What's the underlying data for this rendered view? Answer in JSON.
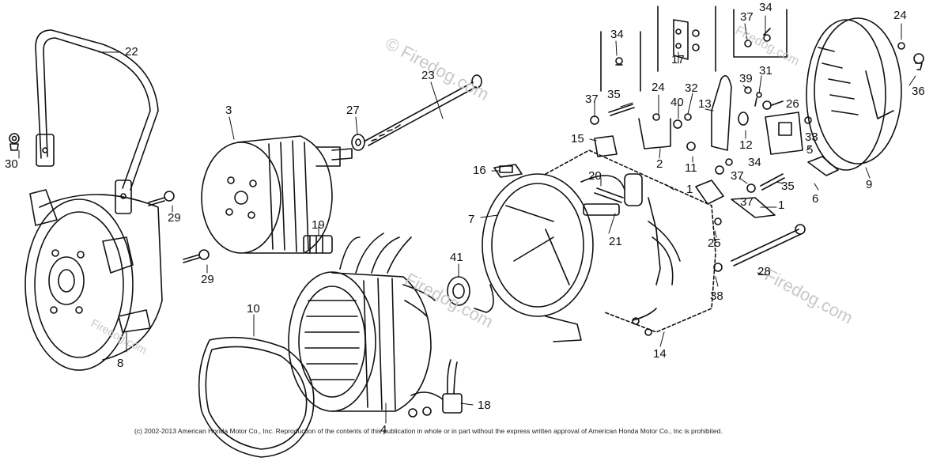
{
  "watermark": {
    "primary": "© Firedog.com",
    "secondary": [
      "Firedog.com",
      "Firedog.com",
      "Firedog.com",
      "Firedog.com"
    ]
  },
  "copyright": "(c) 2002-2013 American Honda Motor Co., Inc. Reproduction of the contents of this publication in whole or in part without the express written approval of American Honda Motor Co., Inc is prohibited.",
  "parts": [
    {
      "id": "p1a",
      "label": "1"
    },
    {
      "id": "p1b",
      "label": "1"
    },
    {
      "id": "p2",
      "label": "2"
    },
    {
      "id": "p3",
      "label": "3"
    },
    {
      "id": "p4",
      "label": "4"
    },
    {
      "id": "p5",
      "label": "5"
    },
    {
      "id": "p6",
      "label": "6"
    },
    {
      "id": "p7",
      "label": "7"
    },
    {
      "id": "p8",
      "label": "8"
    },
    {
      "id": "p9",
      "label": "9"
    },
    {
      "id": "p10",
      "label": "10"
    },
    {
      "id": "p11",
      "label": "11"
    },
    {
      "id": "p12",
      "label": "12"
    },
    {
      "id": "p13",
      "label": "13"
    },
    {
      "id": "p14",
      "label": "14"
    },
    {
      "id": "p15",
      "label": "15"
    },
    {
      "id": "p16",
      "label": "16"
    },
    {
      "id": "p17",
      "label": "17"
    },
    {
      "id": "p18",
      "label": "18"
    },
    {
      "id": "p19",
      "label": "19"
    },
    {
      "id": "p20",
      "label": "20"
    },
    {
      "id": "p21",
      "label": "21"
    },
    {
      "id": "p22",
      "label": "22"
    },
    {
      "id": "p23",
      "label": "23"
    },
    {
      "id": "p24a",
      "label": "24"
    },
    {
      "id": "p24b",
      "label": "24"
    },
    {
      "id": "p25",
      "label": "25"
    },
    {
      "id": "p26",
      "label": "26"
    },
    {
      "id": "p27",
      "label": "27"
    },
    {
      "id": "p28",
      "label": "28"
    },
    {
      "id": "p29a",
      "label": "29"
    },
    {
      "id": "p29b",
      "label": "29"
    },
    {
      "id": "p30",
      "label": "30"
    },
    {
      "id": "p31",
      "label": "31"
    },
    {
      "id": "p32",
      "label": "32"
    },
    {
      "id": "p33",
      "label": "33"
    },
    {
      "id": "p34a",
      "label": "34"
    },
    {
      "id": "p34b",
      "label": "34"
    },
    {
      "id": "p34c",
      "label": "34"
    },
    {
      "id": "p35a",
      "label": "35"
    },
    {
      "id": "p35b",
      "label": "35"
    },
    {
      "id": "p36",
      "label": "36"
    },
    {
      "id": "p37a",
      "label": "37"
    },
    {
      "id": "p37b",
      "label": "37"
    },
    {
      "id": "p37c",
      "label": "37"
    },
    {
      "id": "p37d",
      "label": "37"
    },
    {
      "id": "p38",
      "label": "38"
    },
    {
      "id": "p39",
      "label": "39"
    },
    {
      "id": "p40",
      "label": "40"
    },
    {
      "id": "p41",
      "label": "41"
    }
  ]
}
